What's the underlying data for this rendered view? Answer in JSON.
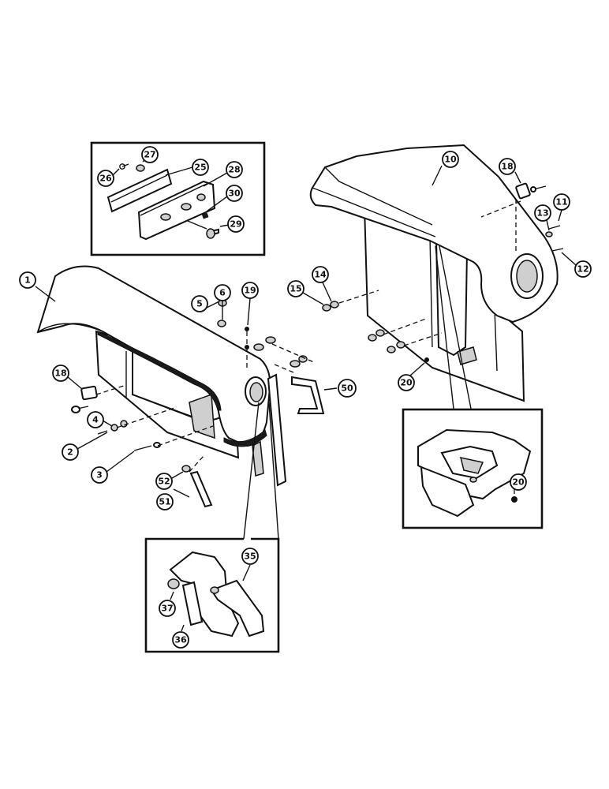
{
  "callouts": [
    {
      "id": "c1",
      "label": "1"
    },
    {
      "id": "c2",
      "label": "2"
    },
    {
      "id": "c3",
      "label": "3"
    },
    {
      "id": "c4",
      "label": "4"
    },
    {
      "id": "c5",
      "label": "5"
    },
    {
      "id": "c6",
      "label": "6"
    },
    {
      "id": "c19a",
      "label": "19"
    },
    {
      "id": "c18a",
      "label": "18"
    },
    {
      "id": "c50",
      "label": "50"
    },
    {
      "id": "c52",
      "label": "52"
    },
    {
      "id": "c51",
      "label": "51"
    },
    {
      "id": "c26",
      "label": "26"
    },
    {
      "id": "c27",
      "label": "27"
    },
    {
      "id": "c25",
      "label": "25"
    },
    {
      "id": "c28",
      "label": "28"
    },
    {
      "id": "c30",
      "label": "30"
    },
    {
      "id": "c29",
      "label": "29"
    },
    {
      "id": "c10",
      "label": "10"
    },
    {
      "id": "c18b",
      "label": "18"
    },
    {
      "id": "c11",
      "label": "11"
    },
    {
      "id": "c13",
      "label": "13"
    },
    {
      "id": "c12",
      "label": "12"
    },
    {
      "id": "c14",
      "label": "14"
    },
    {
      "id": "c15",
      "label": "15"
    },
    {
      "id": "c20a",
      "label": "20"
    },
    {
      "id": "c20b",
      "label": "20"
    },
    {
      "id": "c35",
      "label": "35"
    },
    {
      "id": "c37",
      "label": "37"
    },
    {
      "id": "c36",
      "label": "36"
    }
  ]
}
